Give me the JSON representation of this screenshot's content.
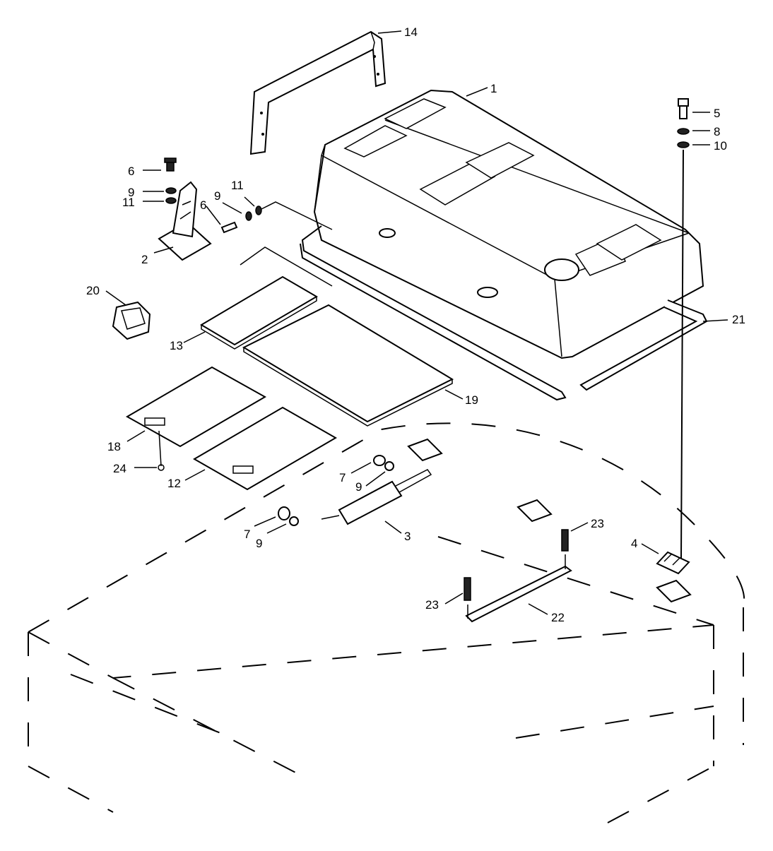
{
  "callouts": {
    "c1": "1",
    "c2": "2",
    "c3": "3",
    "c4": "4",
    "c5": "5",
    "c6a": "6",
    "c6b": "6",
    "c7a": "7",
    "c7b": "7",
    "c8": "8",
    "c9a": "9",
    "c9b": "9",
    "c9c": "9",
    "c9d": "9",
    "c10": "10",
    "c11a": "11",
    "c11b": "11",
    "c12": "12",
    "c13": "13",
    "c14": "14",
    "c18": "18",
    "c19": "19",
    "c20": "20",
    "c21": "21",
    "c22": "22",
    "c23a": "23",
    "c23b": "23",
    "c24": "24"
  }
}
